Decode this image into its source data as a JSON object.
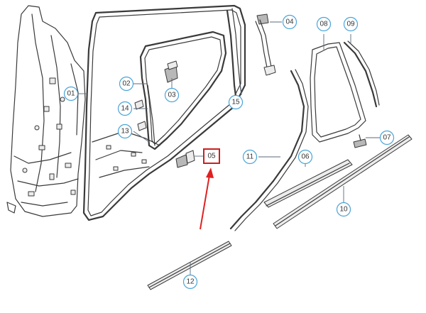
{
  "callouts": [
    {
      "id": "c01",
      "label": "01"
    },
    {
      "id": "c02",
      "label": "02"
    },
    {
      "id": "c03",
      "label": "03"
    },
    {
      "id": "c04",
      "label": "04"
    },
    {
      "id": "c05",
      "label": "05"
    },
    {
      "id": "c06",
      "label": "06"
    },
    {
      "id": "c07",
      "label": "07"
    },
    {
      "id": "c08",
      "label": "08"
    },
    {
      "id": "c09",
      "label": "09"
    },
    {
      "id": "c10",
      "label": "10"
    },
    {
      "id": "c11",
      "label": "11"
    },
    {
      "id": "c12",
      "label": "12"
    },
    {
      "id": "c13",
      "label": "13"
    },
    {
      "id": "c14",
      "label": "14"
    },
    {
      "id": "c15",
      "label": "15"
    }
  ],
  "highlight": {
    "label": "05",
    "color": "#cc1f1f"
  },
  "colors": {
    "callout_ring": "#48a4d8",
    "arrow": "#e02020",
    "line": "#3a3a3a"
  }
}
